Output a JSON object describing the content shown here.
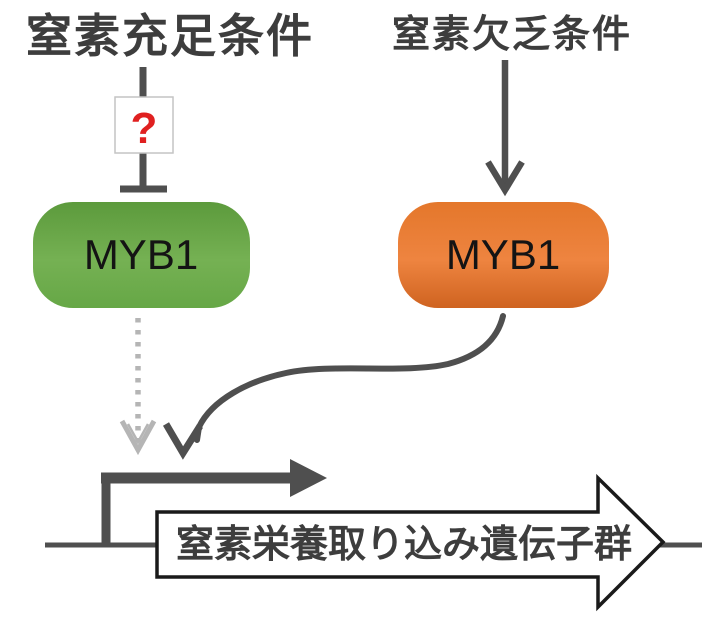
{
  "diagram": {
    "left_condition_label": "窒素充足条件",
    "right_condition_label": "窒素欠乏条件",
    "question_mark": "?",
    "myb1_left_label": "MYB1",
    "myb1_right_label": "MYB1",
    "gene_group_label": "窒素栄養取り込み遺伝子群",
    "colors": {
      "text_dark": "#3d3d3d",
      "myb1_text": "#141414",
      "arrow_dark": "#4f4f4f",
      "arrow_dotted": "#b5b5b5",
      "question_red": "#e02020",
      "gene_outline": "#1a1a1a",
      "green_top": "#5c9a3c",
      "green_mid": "#75b153",
      "green_bottom": "#66a746",
      "orange_top": "#e4772b",
      "orange_mid": "#ee8440",
      "orange_bottom": "#cf6320"
    }
  }
}
